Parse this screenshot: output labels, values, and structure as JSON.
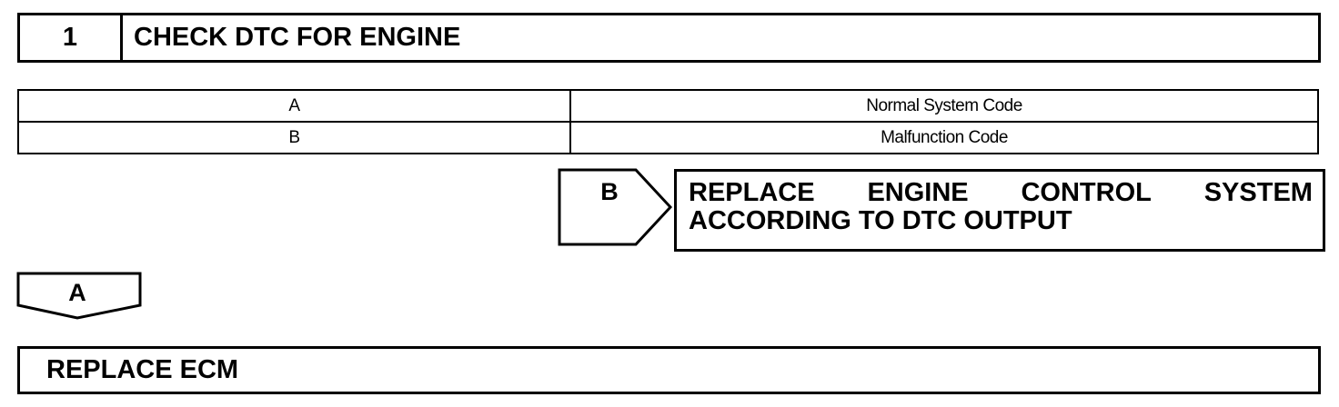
{
  "step": {
    "number": "1",
    "title": "CHECK DTC FOR ENGINE"
  },
  "result_table": {
    "rows": [
      {
        "result": "A",
        "condition": "Normal System Code"
      },
      {
        "result": "B",
        "condition": "Malfunction Code"
      }
    ]
  },
  "branch_b": {
    "label": "B",
    "action_words_line1": [
      "REPLACE",
      "ENGINE",
      "CONTROL",
      "SYSTEM"
    ],
    "action_line2": "ACCORDING TO DTC OUTPUT"
  },
  "branch_a": {
    "label": "A",
    "action": "REPLACE ECM"
  }
}
